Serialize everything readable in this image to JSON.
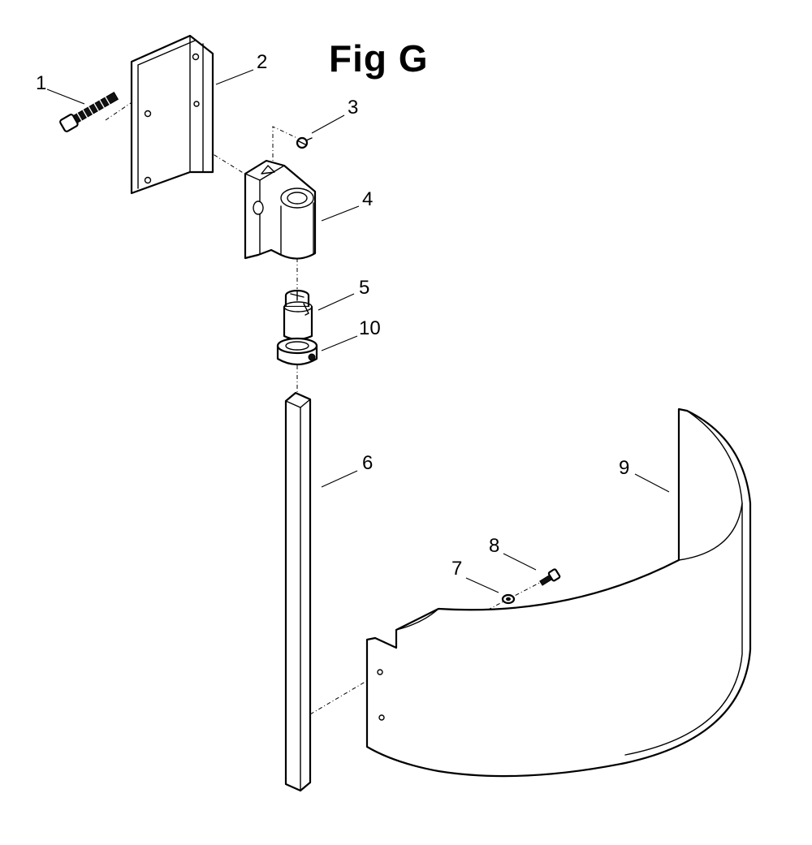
{
  "title": "Fig G",
  "callouts": [
    {
      "id": "1",
      "label": "1"
    },
    {
      "id": "2",
      "label": "2"
    },
    {
      "id": "3",
      "label": "3"
    },
    {
      "id": "4",
      "label": "4"
    },
    {
      "id": "5",
      "label": "5"
    },
    {
      "id": "6",
      "label": "6"
    },
    {
      "id": "7",
      "label": "7"
    },
    {
      "id": "8",
      "label": "8"
    },
    {
      "id": "9",
      "label": "9"
    },
    {
      "id": "10",
      "label": "10"
    }
  ]
}
